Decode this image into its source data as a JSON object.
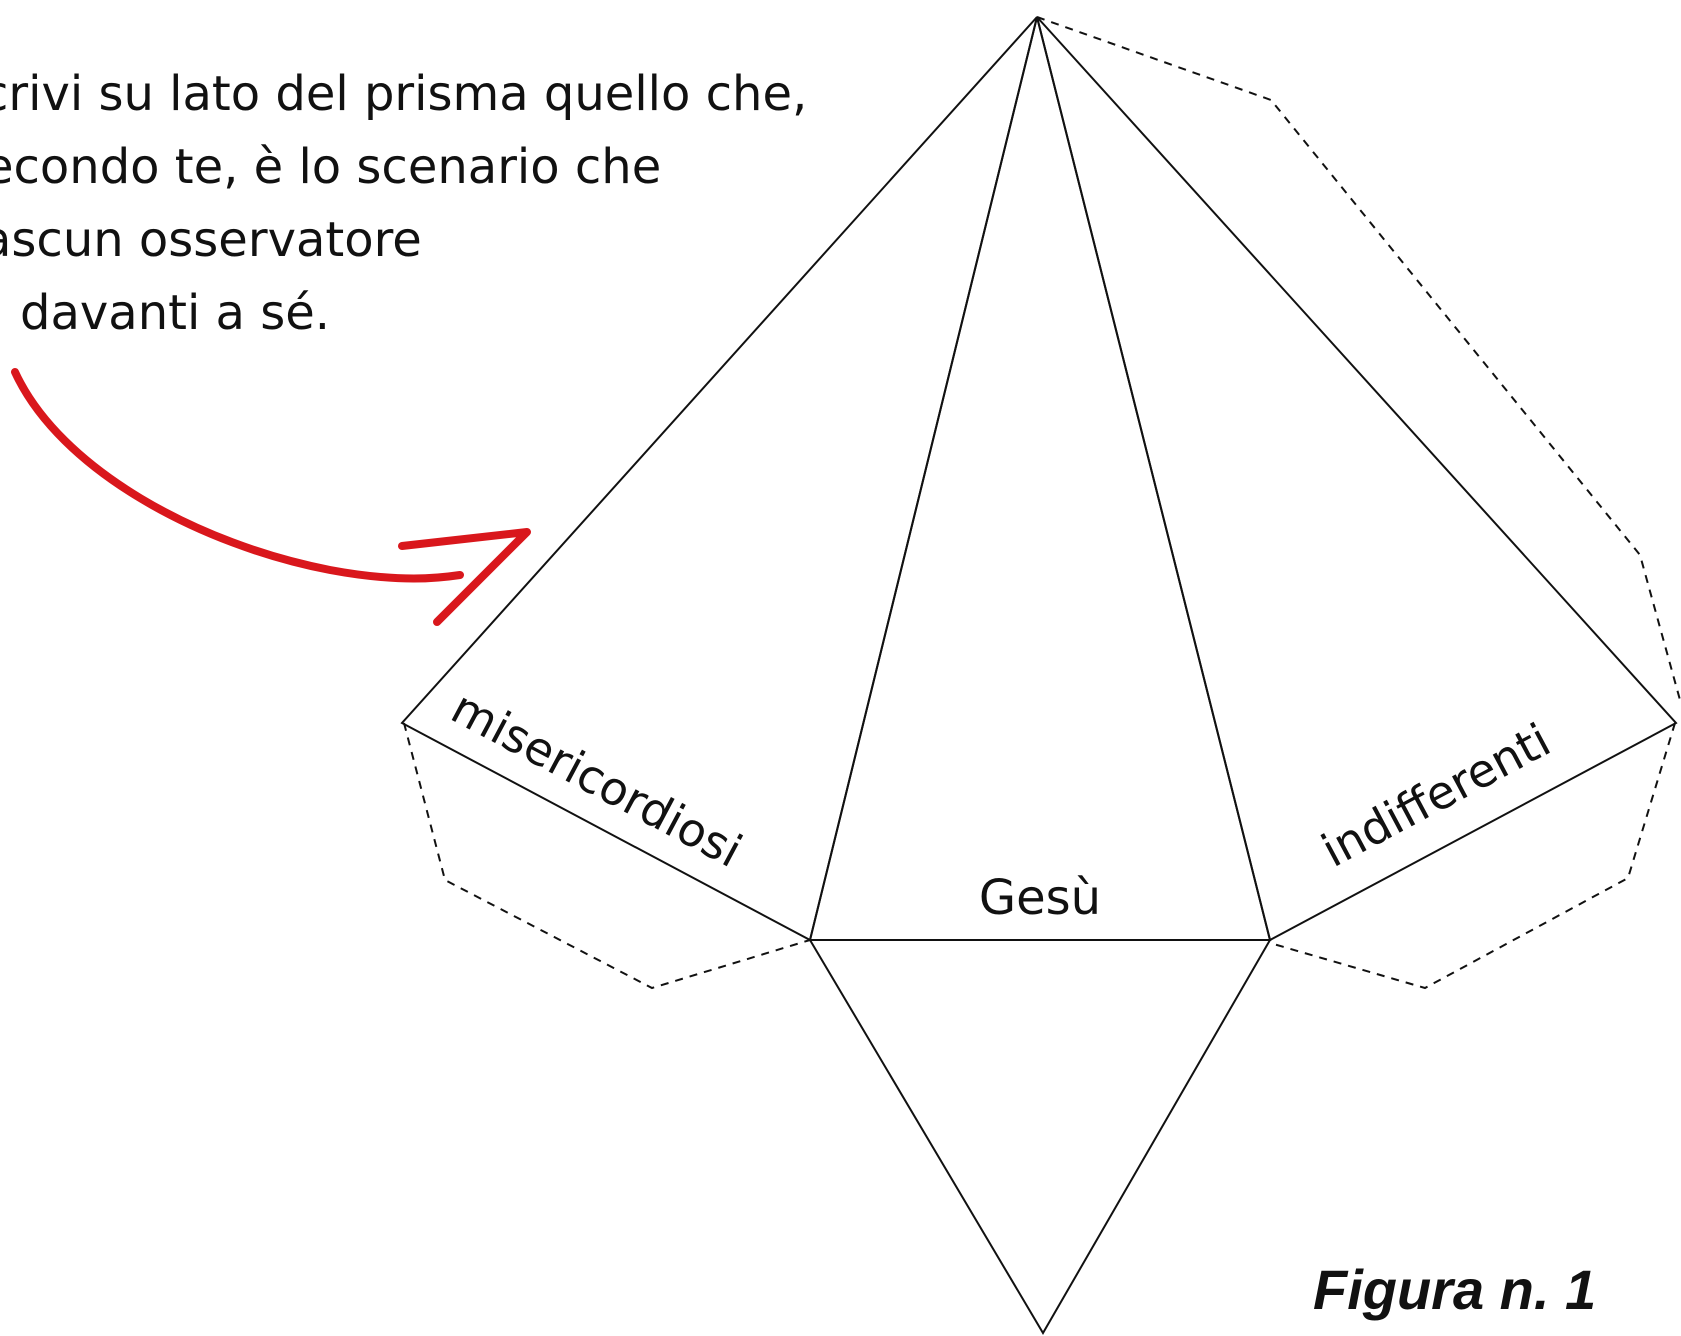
{
  "instruction": {
    "line1": "crivi su lato del prisma quello che,",
    "line2": "econdo te, è lo scenario che",
    "line3": "ascun osservatore",
    "line4": "davanti a sé."
  },
  "labels": {
    "left_face": "misericordiosi",
    "center_face": "Gesù",
    "right_face": "indifferenti"
  },
  "caption": "Figura n. 1",
  "colors": {
    "arrow": "#d9171c",
    "lines": "#111111",
    "background": "#ffffff"
  }
}
